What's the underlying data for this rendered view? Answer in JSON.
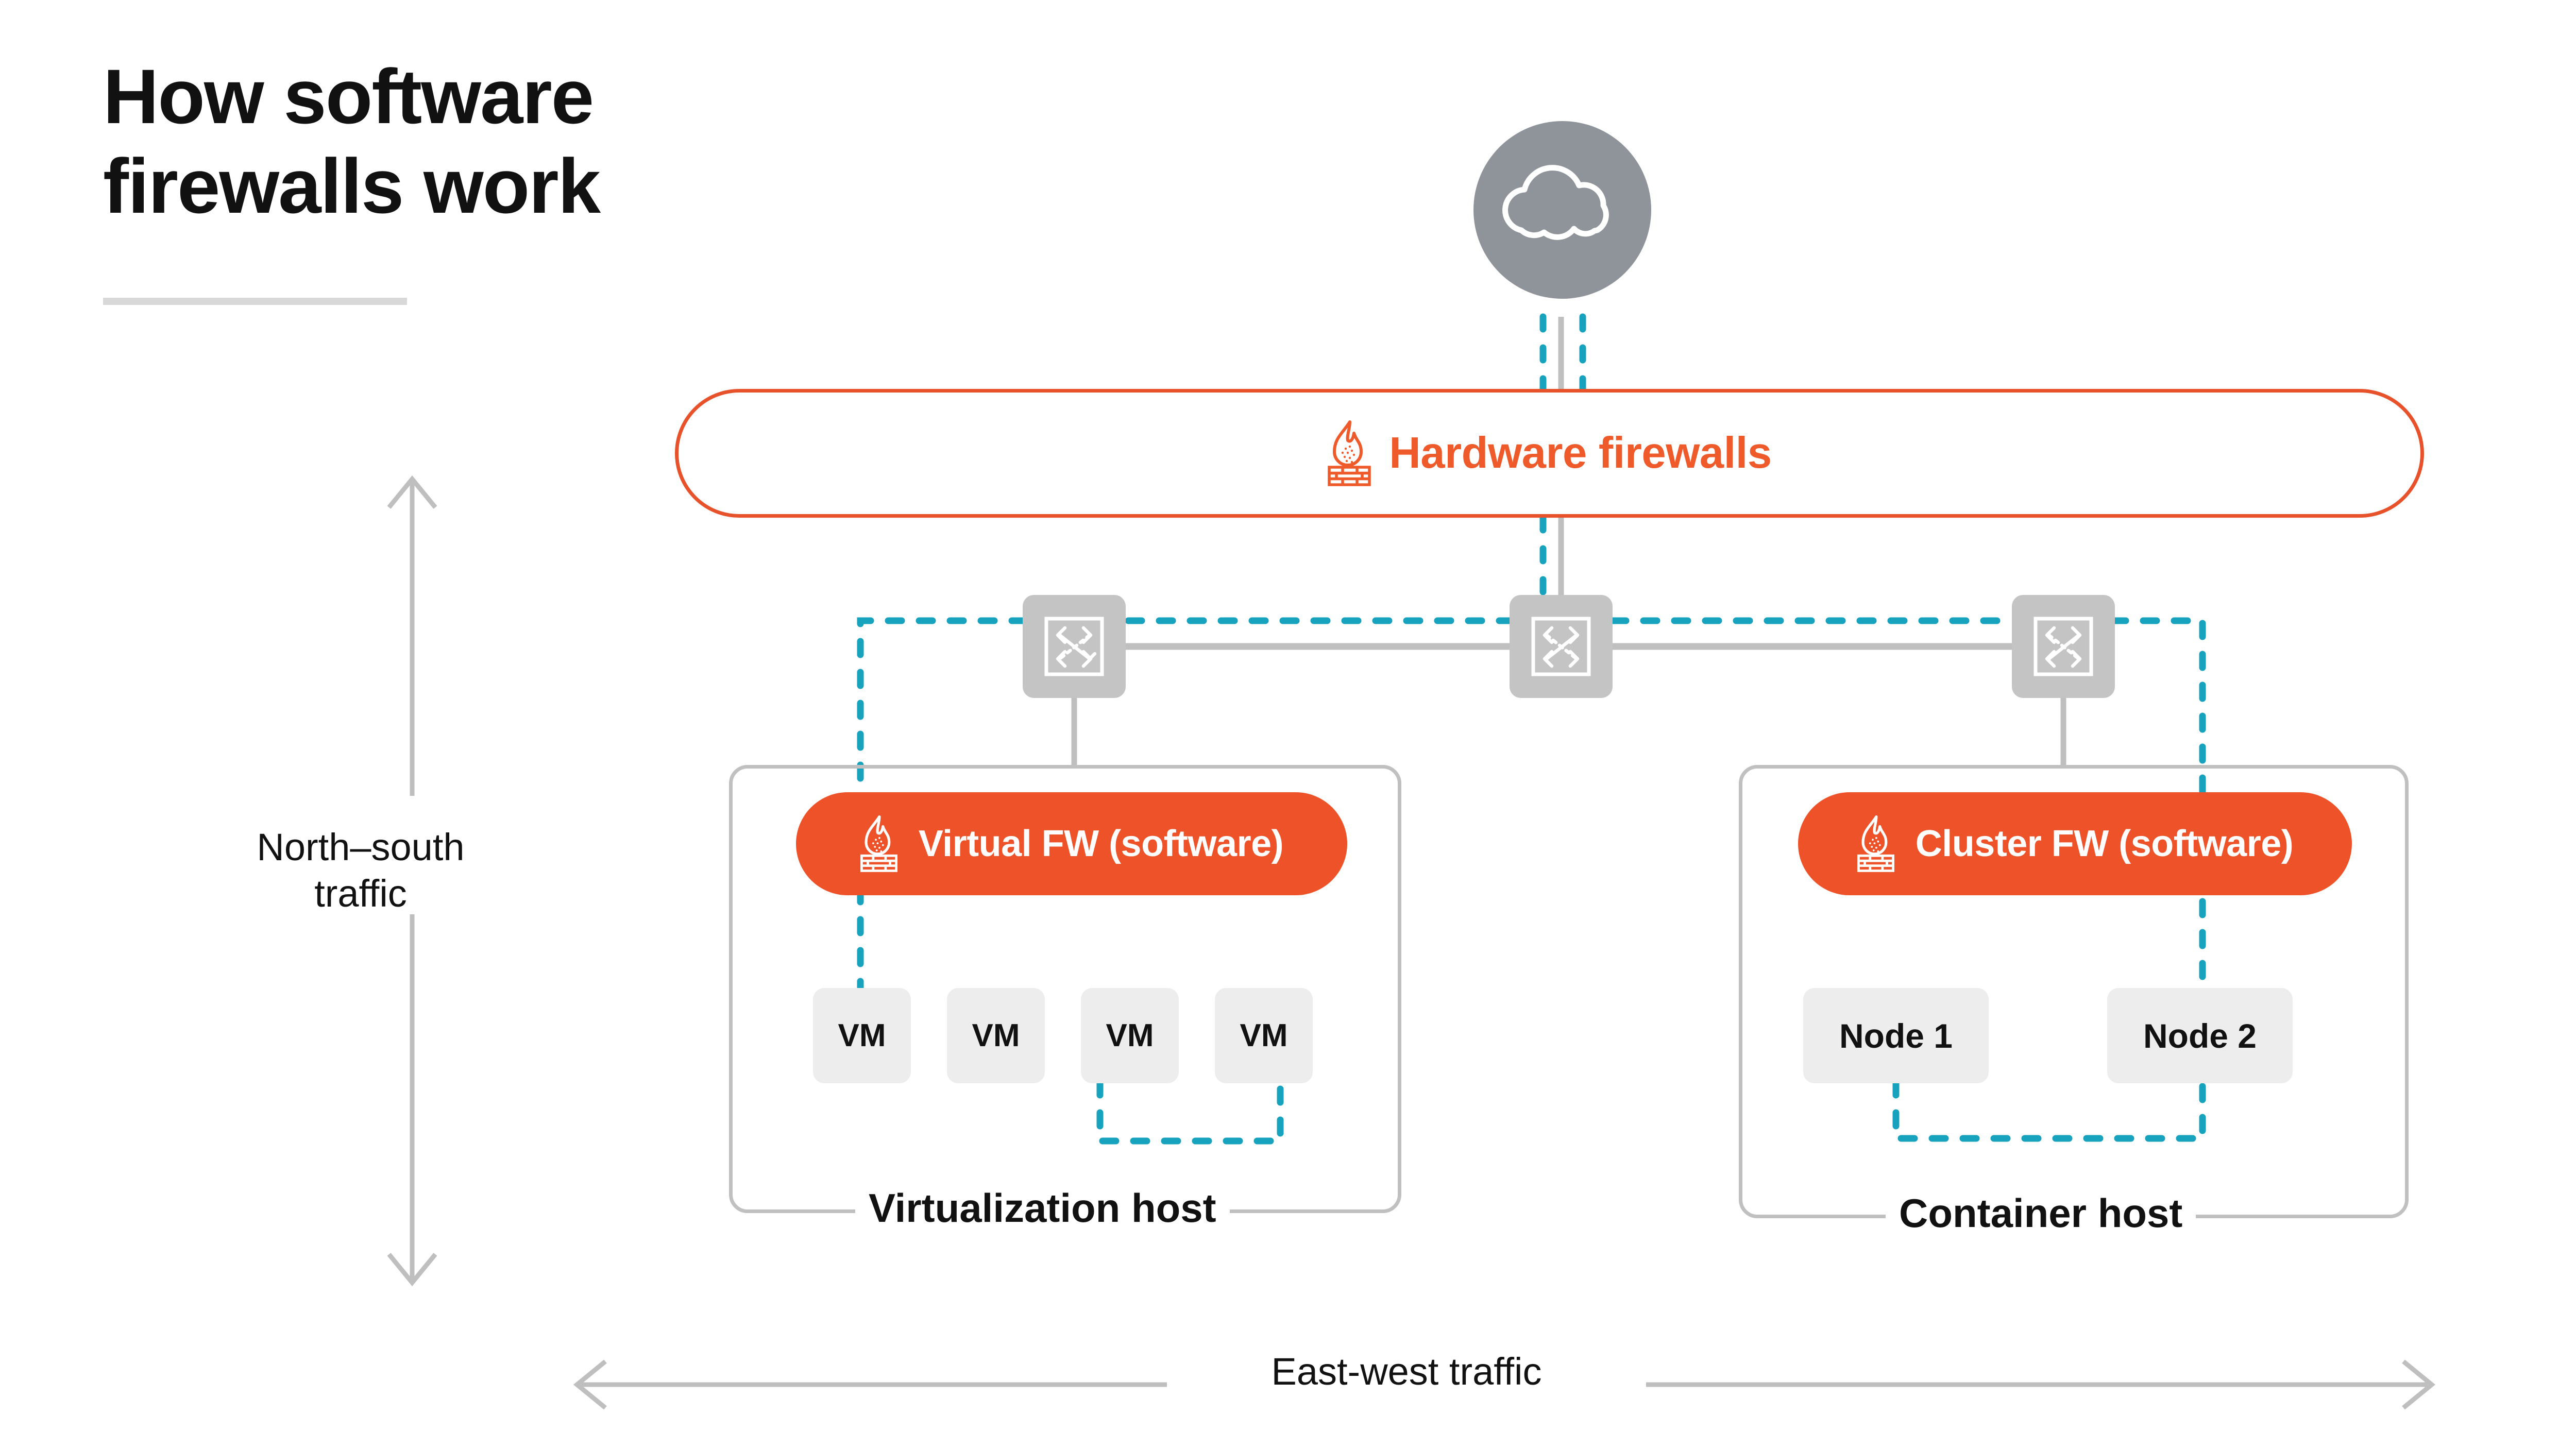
{
  "title": {
    "line1": "How software",
    "line2": "firewalls work"
  },
  "axes": {
    "north_south_line1": "North–south",
    "north_south_line2": "traffic",
    "east_west": "East-west traffic"
  },
  "cloud": {
    "icon": "cloud-icon"
  },
  "hardware_firewall": {
    "label": "Hardware firewalls",
    "icon": "firewall-icon",
    "color": "#ef5a2b"
  },
  "switches": [
    {
      "name": "switch-left",
      "icon": "network-switch-icon"
    },
    {
      "name": "switch-center",
      "icon": "network-switch-icon"
    },
    {
      "name": "switch-right",
      "icon": "network-switch-icon"
    }
  ],
  "hosts": [
    {
      "id": "virtualization-host",
      "label": "Virtualization host",
      "firewall": {
        "label": "Virtual FW (software)",
        "icon": "firewall-icon"
      },
      "nodes": [
        {
          "label": "VM"
        },
        {
          "label": "VM"
        },
        {
          "label": "VM"
        },
        {
          "label": "VM"
        }
      ]
    },
    {
      "id": "container-host",
      "label": "Container host",
      "firewall": {
        "label": "Cluster FW (software)",
        "icon": "firewall-icon"
      },
      "nodes": [
        {
          "label": "Node 1"
        },
        {
          "label": "Node 2"
        }
      ]
    }
  ],
  "colors": {
    "orange": "#ee5229",
    "orange_text": "#ef5a2b",
    "teal_dashed": "#17a2bd",
    "gray_solid": "#bfbfbf",
    "gray_circle": "#8e949a",
    "node_fill": "#ededed",
    "switch_fill": "#c4c4c4",
    "rule": "#d8d8d8"
  }
}
